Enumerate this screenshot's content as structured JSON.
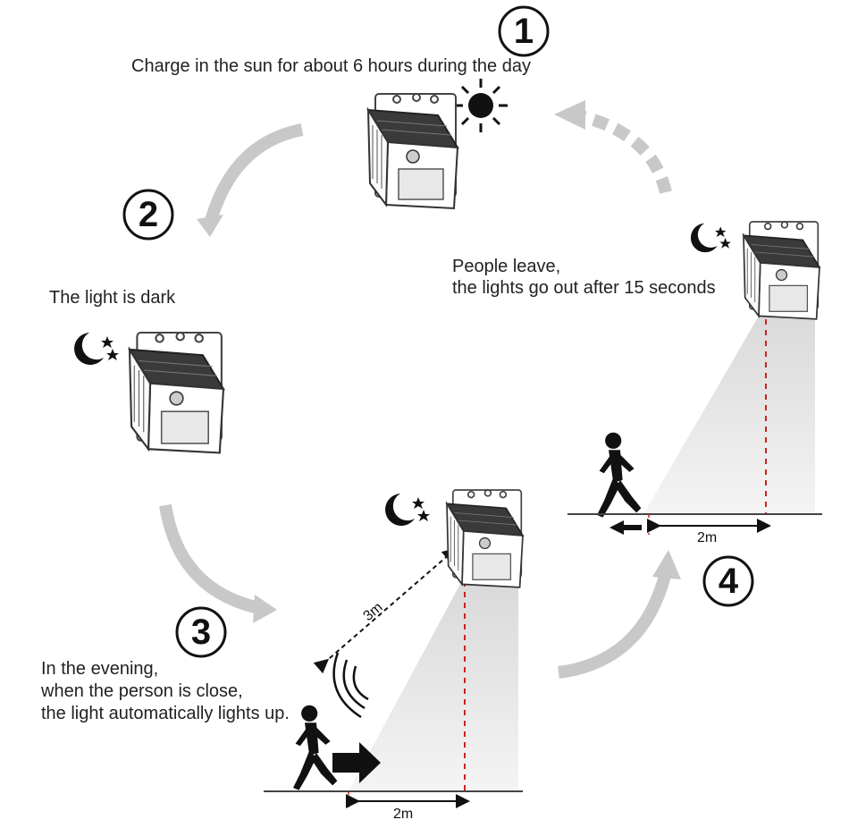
{
  "steps": [
    {
      "number": "1",
      "lines": [
        "Charge in the sun for about 6 hours during the day"
      ]
    },
    {
      "number": "2",
      "lines": [
        "The light is dark"
      ]
    },
    {
      "number": "3",
      "lines": [
        "In the evening,",
        "when the person is close,",
        "the light automatically lights up."
      ]
    },
    {
      "number": "4",
      "lines": [
        "People leave,",
        "the lights go out after 15 seconds"
      ]
    }
  ],
  "distances": {
    "sensor_range": "3m",
    "ground_step3": "2m",
    "ground_step4": "2m"
  },
  "icons": [
    "sun-icon",
    "moon-stars-icon",
    "solar-lamp-icon",
    "running-person-icon",
    "motion-waves-icon",
    "arrow-icon"
  ],
  "colors": {
    "ink": "#111111",
    "arrow_gray": "#c8c8c8",
    "beam": "#e4e4e4",
    "red_dash": "#cc2222"
  }
}
